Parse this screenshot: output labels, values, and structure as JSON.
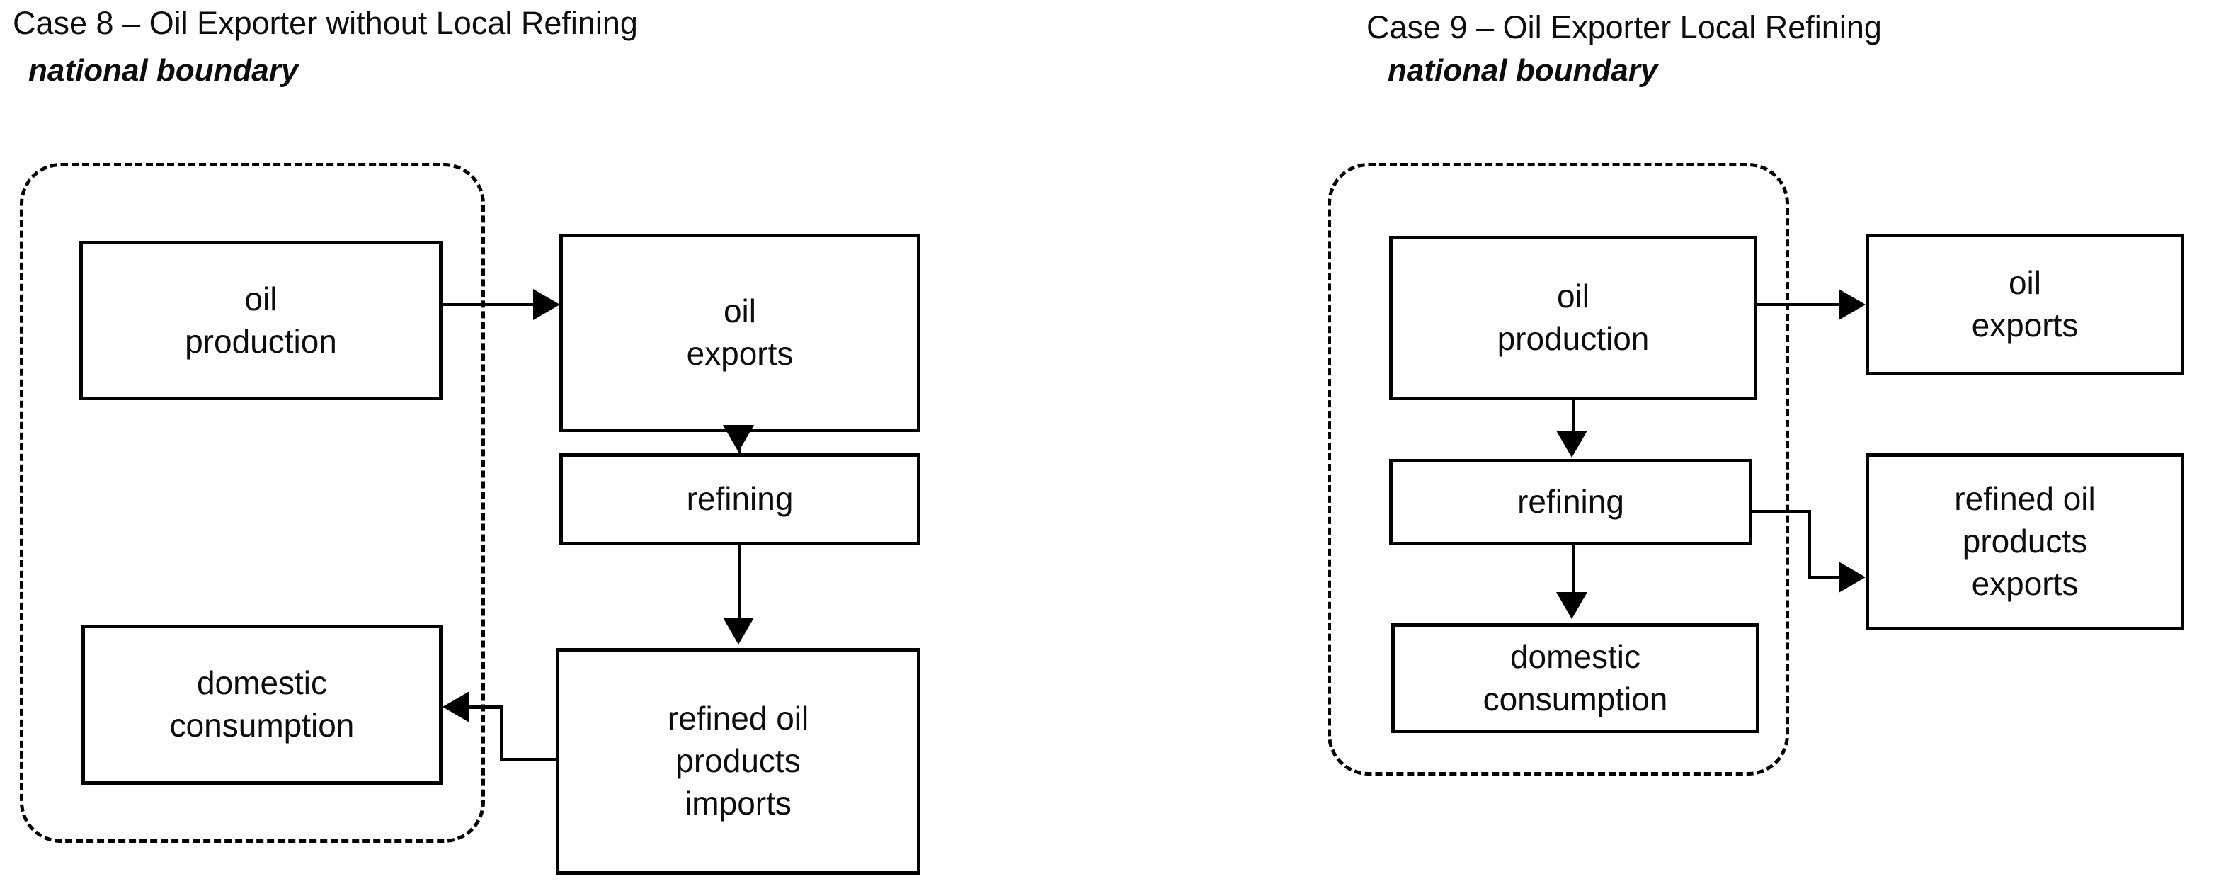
{
  "figure": {
    "background": "#ffffff",
    "line_color": "#000000",
    "text_color": "#0d0d0d"
  },
  "panels": [
    {
      "id": "case-8",
      "title": "Case 8 – Oil Exporter without Local Refining",
      "boundary_label": "national boundary",
      "nodes": {
        "oil_production": "oil\nproduction",
        "domestic_consumption": "domestic\nconsumption",
        "oil_exports": "oil\nexports",
        "refining": "refining",
        "refined_oil_products_imports": "refined oil\nproducts\nimports"
      },
      "inside_boundary": [
        "oil production",
        "domestic consumption"
      ],
      "outside_boundary": [
        "oil exports",
        "refining",
        "refined oil products imports"
      ],
      "flows": [
        {
          "from": "oil production",
          "to": "oil exports",
          "style": "straight-right",
          "crosses_boundary": true
        },
        {
          "from": "oil exports",
          "to": "refining",
          "style": "straight-down",
          "crosses_boundary": false
        },
        {
          "from": "refining",
          "to": "refined oil products imports",
          "style": "straight-down",
          "crosses_boundary": false
        },
        {
          "from": "refined oil products imports",
          "to": "domestic consumption",
          "style": "elbow-left-up-left",
          "crosses_boundary": true
        }
      ]
    },
    {
      "id": "case-9",
      "title": "Case 9 – Oil Exporter Local Refining",
      "boundary_label": "national boundary",
      "nodes": {
        "oil_production": "oil\nproduction",
        "refining": "refining",
        "domestic_consumption": "domestic\nconsumption",
        "oil_exports": "oil\nexports",
        "refined_oil_products_exports": "refined oil\nproducts\nexports"
      },
      "inside_boundary": [
        "oil production",
        "refining",
        "domestic consumption"
      ],
      "outside_boundary": [
        "oil exports",
        "refined oil products exports"
      ],
      "flows": [
        {
          "from": "oil production",
          "to": "oil exports",
          "style": "straight-right",
          "crosses_boundary": true
        },
        {
          "from": "oil production",
          "to": "refining",
          "style": "straight-down",
          "crosses_boundary": false
        },
        {
          "from": "refining",
          "to": "domestic consumption",
          "style": "straight-down",
          "crosses_boundary": false
        },
        {
          "from": "refining",
          "to": "refined oil products exports",
          "style": "elbow-right-down-right",
          "crosses_boundary": true
        }
      ]
    }
  ]
}
